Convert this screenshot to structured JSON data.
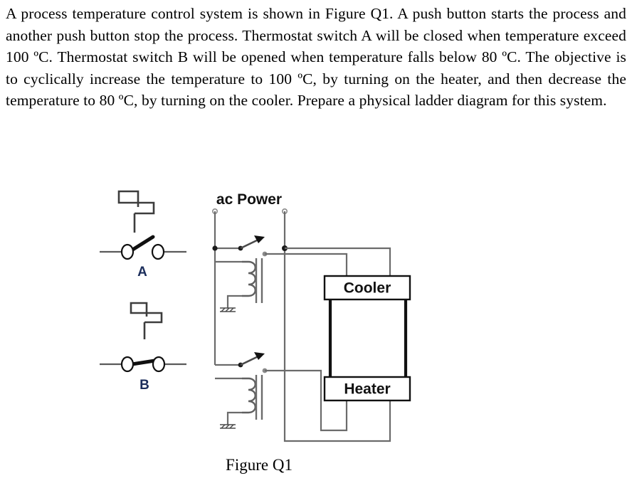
{
  "question": {
    "text": "A process temperature control system is shown in Figure Q1. A push button starts the process and another push button stop the process. Thermostat switch A will be closed when temperature exceed 100 ºC. Thermostat switch B will be opened when temperature falls below 80 ºC. The objective is to cyclically increase the temperature to 100 ºC, by turning on the heater, and then decrease the temperature to 80 ºC, by turning on the cooler. Prepare a physical ladder diagram for this system."
  },
  "figure": {
    "caption": "Figure Q1",
    "power_label": "ac Power",
    "switches": [
      {
        "id": "A",
        "label": "A",
        "type": "push-button-normally-open"
      },
      {
        "id": "B",
        "label": "B",
        "type": "push-button-normally-closed"
      }
    ],
    "loads": [
      {
        "id": "cooler",
        "label": "Cooler"
      },
      {
        "id": "heater",
        "label": "Heater"
      }
    ],
    "relays": [
      {
        "id": "relay-cooler",
        "contact": "normally-open",
        "coil": "solenoid-with-core-and-ground"
      },
      {
        "id": "relay-heater",
        "contact": "normally-open",
        "coil": "solenoid-with-core-and-ground"
      }
    ],
    "colors": {
      "wire": "#6b6b6b",
      "ink": "#111111",
      "switch_label": "#1b2d5b",
      "background": "#ffffff"
    }
  }
}
